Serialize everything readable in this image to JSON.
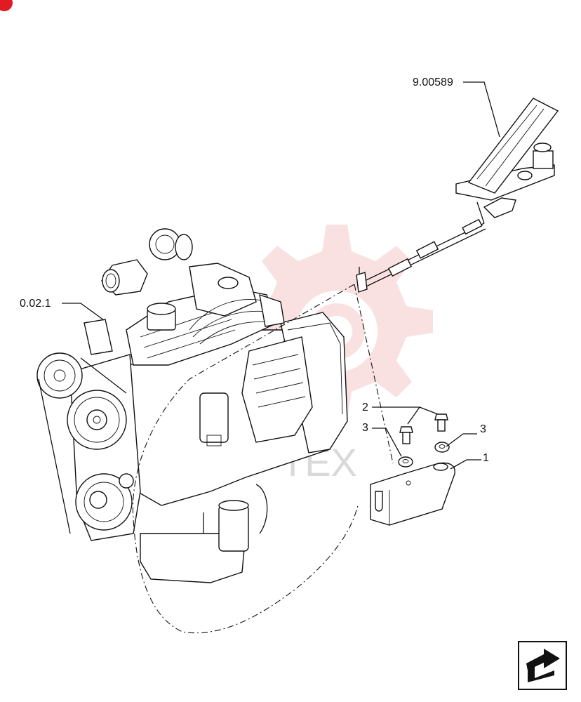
{
  "callouts": {
    "pedal_ref": "9.00589",
    "engine_ref": "0.02.1",
    "bolt": "2",
    "washer_left": "3",
    "washer_right": "3",
    "bracket": "1"
  },
  "watermark": {
    "text": "TEX"
  },
  "icons": {
    "corner": "red-corner-badge",
    "nav": "next-page-arrow-icon"
  },
  "colors": {
    "line": "#111111",
    "watermark": "#f6c9c9",
    "badge": "#e01b24"
  }
}
